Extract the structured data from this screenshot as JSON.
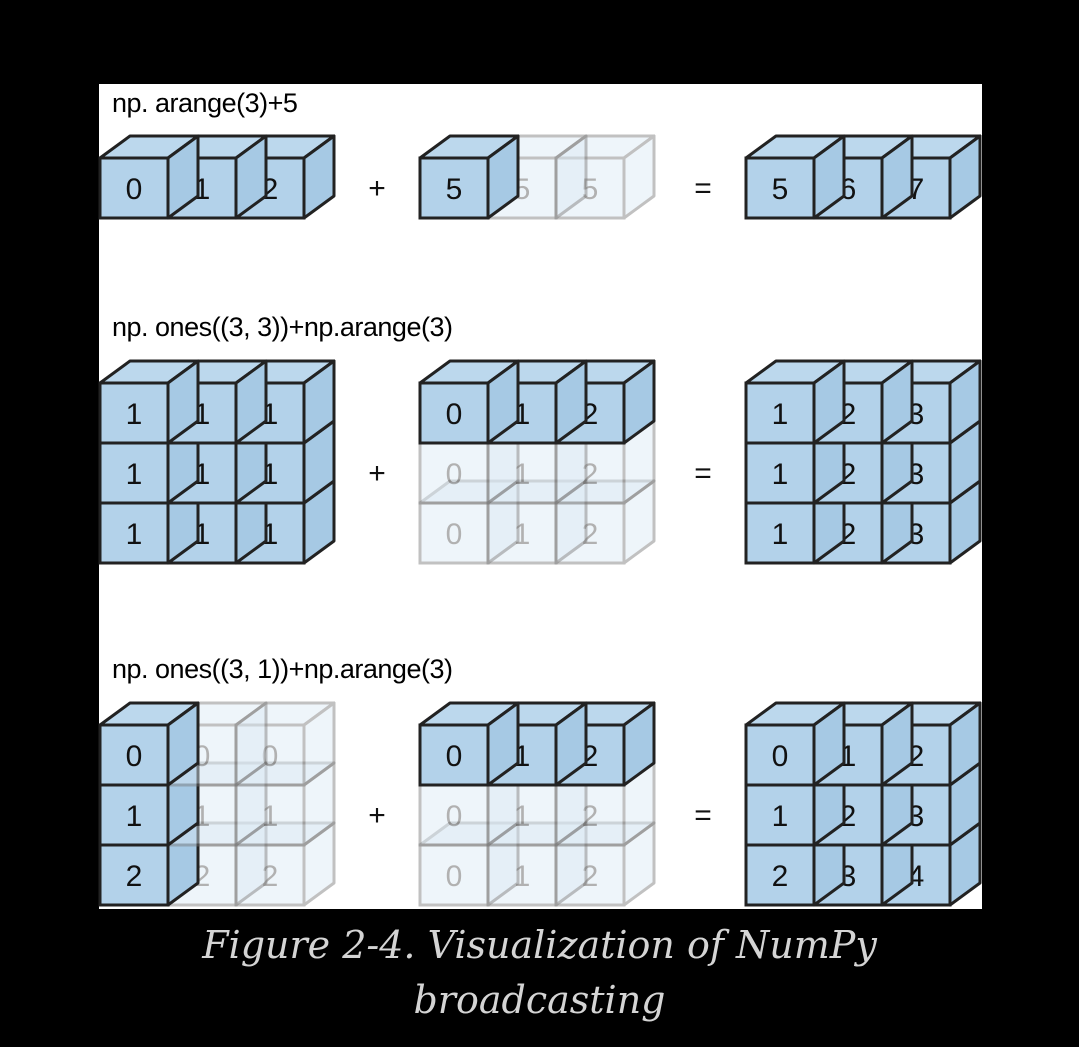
{
  "examples": [
    {
      "expression": "np. arange(3)+5",
      "operands": [
        {
          "grid": [
            [
              "0",
              "1",
              "2"
            ]
          ],
          "opacity": [
            [
              1,
              1,
              1
            ]
          ]
        },
        {
          "grid": [
            [
              "5",
              "5",
              "5"
            ]
          ],
          "opacity": [
            [
              1,
              0,
              0
            ]
          ]
        },
        {
          "grid": [
            [
              "5",
              "6",
              "7"
            ]
          ],
          "opacity": [
            [
              1,
              1,
              1
            ]
          ]
        }
      ]
    },
    {
      "expression": "np. ones((3, 3))+np.arange(3)",
      "operands": [
        {
          "grid": [
            [
              "1",
              "1",
              "1"
            ],
            [
              "1",
              "1",
              "1"
            ],
            [
              "1",
              "1",
              "1"
            ]
          ],
          "opacity": [
            [
              1,
              1,
              1
            ],
            [
              1,
              1,
              1
            ],
            [
              1,
              1,
              1
            ]
          ]
        },
        {
          "grid": [
            [
              "0",
              "1",
              "2"
            ],
            [
              "0",
              "1",
              "2"
            ],
            [
              "0",
              "1",
              "2"
            ]
          ],
          "opacity": [
            [
              1,
              1,
              1
            ],
            [
              0,
              0,
              0
            ],
            [
              0,
              0,
              0
            ]
          ]
        },
        {
          "grid": [
            [
              "1",
              "2",
              "3"
            ],
            [
              "1",
              "2",
              "3"
            ],
            [
              "1",
              "2",
              "3"
            ]
          ],
          "opacity": [
            [
              1,
              1,
              1
            ],
            [
              1,
              1,
              1
            ],
            [
              1,
              1,
              1
            ]
          ]
        }
      ]
    },
    {
      "expression": "np. ones((3, 1))+np.arange(3)",
      "operands": [
        {
          "grid": [
            [
              "0",
              "0",
              "0"
            ],
            [
              "1",
              "1",
              "1"
            ],
            [
              "2",
              "2",
              "2"
            ]
          ],
          "opacity": [
            [
              1,
              0,
              0
            ],
            [
              1,
              0,
              0
            ],
            [
              1,
              0,
              0
            ]
          ]
        },
        {
          "grid": [
            [
              "0",
              "1",
              "2"
            ],
            [
              "0",
              "1",
              "2"
            ],
            [
              "0",
              "1",
              "2"
            ]
          ],
          "opacity": [
            [
              1,
              1,
              1
            ],
            [
              0,
              0,
              0
            ],
            [
              0,
              0,
              0
            ]
          ]
        },
        {
          "grid": [
            [
              "0",
              "1",
              "2"
            ],
            [
              "1",
              "2",
              "3"
            ],
            [
              "2",
              "3",
              "4"
            ]
          ],
          "opacity": [
            [
              1,
              1,
              1
            ],
            [
              1,
              1,
              1
            ],
            [
              1,
              1,
              1
            ]
          ]
        }
      ]
    }
  ],
  "operators": {
    "plus": "+",
    "equals": "="
  },
  "caption": {
    "line1": "Figure 2-4. Visualization of NumPy",
    "line2": "broadcasting"
  },
  "colors": {
    "cell_face": "#b3d2ea",
    "cell_top": "#bcd8ed",
    "cell_side": "#a6c9e4",
    "ghost_face": "#dbe9f4",
    "outline": "#222222",
    "ghost_outline": "#777777",
    "caption": "#d4d4d4"
  }
}
